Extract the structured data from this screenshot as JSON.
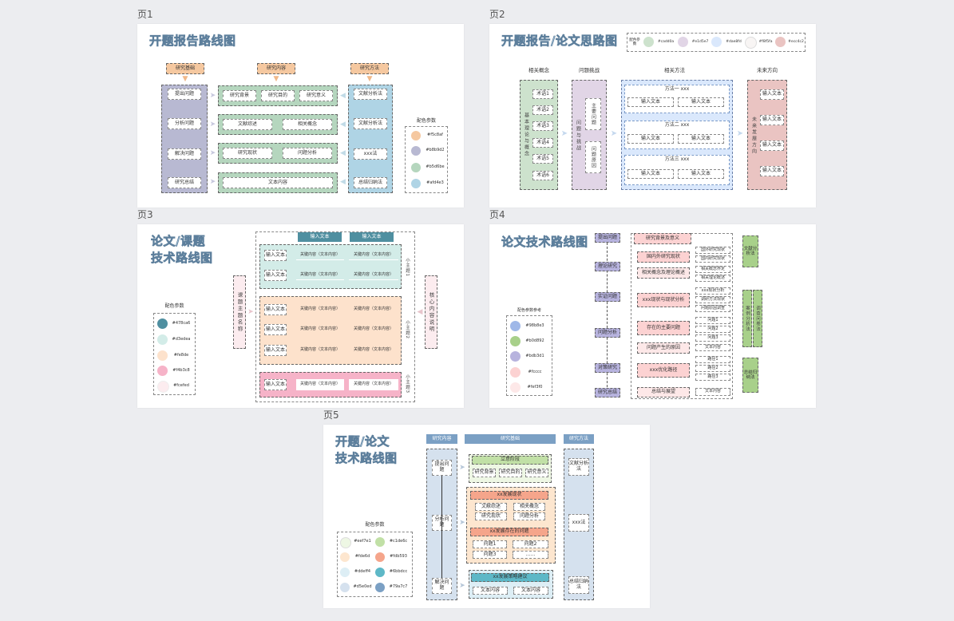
{
  "page_labels": [
    "页1",
    "页2",
    "页3",
    "页4",
    "页5"
  ],
  "p1": {
    "title": "开题报告路线图",
    "headers": [
      "研究基础",
      "研究内容",
      "研究方法"
    ],
    "left": [
      "提出问题",
      "分析问题",
      "解决问题",
      "研究总结"
    ],
    "mid": [
      [
        "研究背景",
        "研究目的",
        "研究意义"
      ],
      [
        "文献综述",
        "相关概念"
      ],
      [
        "研究现状",
        "问题分析"
      ],
      [
        "文本内容"
      ]
    ],
    "right": [
      "文献分析法",
      "文献分析法",
      "xxx法",
      "总结归纳法"
    ],
    "legend_title": "配色参数",
    "legend": [
      {
        "c": "#f5c8a0",
        "t": "#f5c8af"
      },
      {
        "c": "#b8b9d2",
        "t": "#b8b9d2"
      },
      {
        "c": "#b5d6be",
        "t": "#b5d6be"
      },
      {
        "c": "#afd4e5",
        "t": "#afd4e3"
      }
    ]
  },
  "p2": {
    "title": "开题报告/论文思路图",
    "legend_title": "配色参数",
    "legend": [
      {
        "c": "#cde2cd",
        "t": "#cadd0a"
      },
      {
        "c": "#e1d5e6",
        "t": "#e1d5e7"
      },
      {
        "c": "#dae8fc",
        "t": "#dae8fd"
      },
      {
        "c": "#f8f5f4",
        "t": "#f8f5fa"
      },
      {
        "c": "#eac4c2",
        "t": "#ecc4c2"
      }
    ],
    "headers": [
      "相关概念",
      "问题挑战",
      "相关方法",
      "未来方向"
    ],
    "concept_vt": "基本理论与概念",
    "concepts": [
      "术语1",
      "术语2",
      "术语3",
      "术语4",
      "术语5",
      "术语6"
    ],
    "challenge_vt": "问题与挑战",
    "challenges": [
      "主要问题",
      "问题原因"
    ],
    "methods": [
      {
        "name": "方法一 xxx",
        "a": "输入文本",
        "b": "输入文本"
      },
      {
        "name": "方法二 xxx",
        "a": "输入文本",
        "b": "输入文本"
      },
      {
        "name": "方法三 xxx",
        "a": "输入文本",
        "b": "输入文本"
      }
    ],
    "future_vt": "未来发展方向",
    "futures": [
      "输入文本",
      "输入文本",
      "输入文本",
      "输入文本"
    ]
  },
  "p3": {
    "title1": "论文/课题",
    "title2": "技术路线图",
    "legend_title": "配色参数",
    "legend": [
      {
        "c": "#4f8fa0",
        "t": "#478ca6"
      },
      {
        "c": "#d3ece8",
        "t": "#d3edea"
      },
      {
        "c": "#fde2cc",
        "t": "#fe8de"
      },
      {
        "c": "#f6b3c8",
        "t": "#f4b3c8"
      },
      {
        "c": "#fcecef",
        "t": "#fcefed"
      }
    ],
    "left_vt": "课题主题名称",
    "right_vt": "核心内容说明",
    "top_headers": [
      "输入文本",
      "输入文本"
    ],
    "g1_rows": [
      [
        "输入文本",
        "关键内容（文本内容）",
        "关键内容（文本内容）"
      ],
      [
        "输入文本",
        "关键内容（文本内容）",
        "关键内容（文本内容）"
      ]
    ],
    "g1_label": "小主题1",
    "g2_rows": [
      [
        "输入文本",
        "关键内容（文本内容）",
        "关键内容（文本内容）"
      ],
      [
        "输入文本",
        "关键内容（文本内容）",
        "关键内容（文本内容）"
      ],
      [
        "输入文本",
        "关键内容（文本内容）",
        "关键内容（文本内容）"
      ]
    ],
    "g2_label": "小主题2",
    "g3_rows": [
      [
        "输入文本",
        "关键内容（文本内容）",
        "关键内容（文本内容）"
      ]
    ],
    "g3_label": "小主题3"
  },
  "p4": {
    "title": "论文技术路线图",
    "legend_title": "配色参数参考",
    "legend": [
      {
        "c": "#9fb8e8",
        "t": "#98b8e3"
      },
      {
        "c": "#a8d08a",
        "t": "#b0d892"
      },
      {
        "c": "#b7b3de",
        "t": "#bdb3d1"
      },
      {
        "c": "#fcd2d2",
        "t": "#fcccc"
      },
      {
        "c": "#fde8e8",
        "t": "#fef3f0"
      }
    ],
    "left": [
      "提出问题",
      "理论研究",
      "实证问题",
      "问题分析",
      "对策研究",
      "研究总结"
    ],
    "mid": [
      "研究背景及意义",
      "国内外研究现状",
      "相关概念及理论概述",
      "xxx现状与现状分析",
      "存在的主要问题",
      "问题产生的原因",
      "xxx优化路径",
      "总结与展望"
    ],
    "right": [
      "国外研究现状",
      "国内研究现状",
      "相关概念界定",
      "相关理论概述",
      "xxx现状分析",
      "调研方法现状",
      "问题原因调查",
      "问题1",
      "问题2",
      "问题3",
      "文本内容",
      "路径1",
      "路径2",
      "路径3",
      "文本内容"
    ],
    "far": [
      "文献分析法",
      "案例分析法",
      "调查问卷法",
      "总结归纳法"
    ]
  },
  "p5": {
    "title1": "开题/论文",
    "title2": "技术路线图",
    "headers": [
      "研究内容",
      "研究基础",
      "研究方法"
    ],
    "left": [
      "提出问题",
      "分析问题",
      "解决问题"
    ],
    "g1_title": "立意阶段",
    "g1": [
      "研究背景",
      "研究目的",
      "研究意义"
    ],
    "g2_title": "xx发展现状",
    "g2": [
      "文献综述",
      "相关概念",
      "研究现状",
      "问题分析"
    ],
    "g3_title": "xx发展存在的问题",
    "g3": [
      "问题1",
      "问题2",
      "问题3",
      "……"
    ],
    "g4_title": "xx发展策略建议",
    "g4": [
      "文本内容",
      "文本内容"
    ],
    "right": [
      "文献分析法",
      "xxx法",
      "总结归纳法"
    ],
    "legend_title": "配色参数",
    "legend": [
      {
        "c": "#eef7e4",
        "t": "#eef7e1"
      },
      {
        "c": "#fde6cf",
        "t": "#fde6d"
      },
      {
        "c": "#ddeef5",
        "t": "#ddeff4"
      },
      {
        "c": "#d5e1ee",
        "t": "#d5e0ed"
      },
      {
        "c": "#c1e0a6",
        "t": "#c1de6c"
      },
      {
        "c": "#f5a58b",
        "t": "#fdb593"
      },
      {
        "c": "#5eb8c7",
        "t": "#6bbdcc"
      },
      {
        "c": "#7ba0c4",
        "t": "#79a7c7"
      }
    ]
  }
}
